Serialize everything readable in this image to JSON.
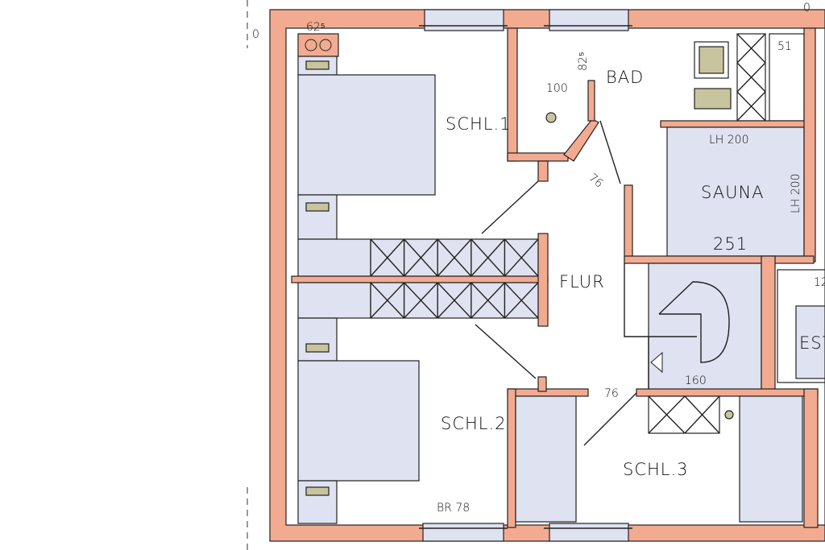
{
  "plan": {
    "axis_markers": [
      "0",
      "0"
    ],
    "rooms": {
      "schl1": "SCHL.1",
      "bad": "BAD",
      "sauna": "SAUNA",
      "flur": "FLUR",
      "schl2": "SCHL.2",
      "schl3": "SCHL.3",
      "estr": "EST",
      "small_room": "51"
    },
    "dimensions": {
      "top_left": "62⁵",
      "bad_door": "82⁵",
      "bad_width": "100",
      "bad_door_width": "76",
      "sauna_height_top": "LH 200",
      "sauna_height_side": "LH 200",
      "sauna_width": "251",
      "stair": "160",
      "schl3_door": "76",
      "schl2_window": "BR 78",
      "estr_dim": "12"
    }
  },
  "colors": {
    "wall": "#f2ab90",
    "room_fill": "#dfe2f0",
    "fixture": "#c8c49e"
  }
}
